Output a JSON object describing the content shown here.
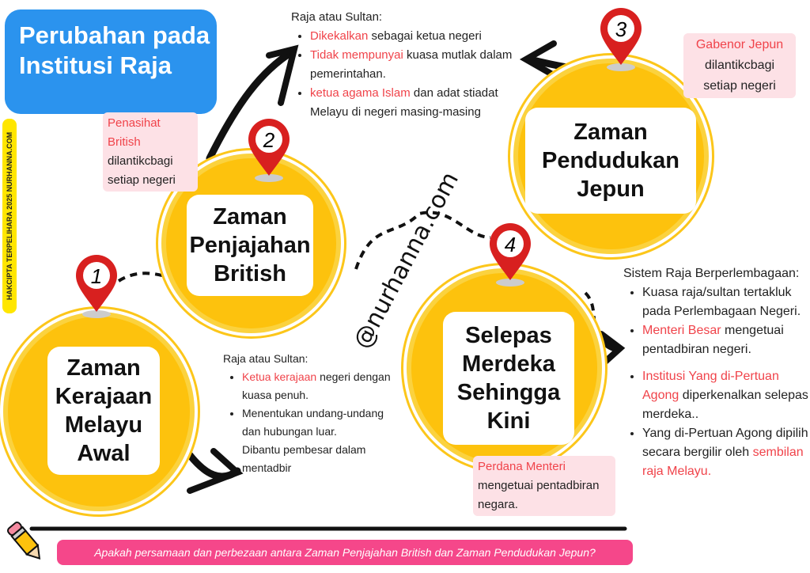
{
  "title": "Perubahan pada Institusi Raja",
  "copyright": "HAKCIPTA TERPELIHARA 2025 NURHANNA.COM",
  "watermark": "@nurhanna.com",
  "stages": [
    {
      "number": "1",
      "name": "Zaman Kerajaan Melayu Awal"
    },
    {
      "number": "2",
      "name": "Zaman Penjajahan British"
    },
    {
      "number": "3",
      "name": "Zaman Pendudukan Jepun"
    },
    {
      "number": "4",
      "name": "Selepas Merdeka Sehingga Kini"
    }
  ],
  "stage1": {
    "heading": "Raja atau Sultan:",
    "b1_red": "Ketua kerajaan",
    "b1_rest": " negeri dengan kuasa penuh.",
    "b2": "Menentukan undang-undang dan hubungan luar.",
    "extra": "Dibantu pembesar dalam mentadbir"
  },
  "stage2": {
    "pink_red": "Penasihat British",
    "pink_rest": "dilantikcbagi setiap negeri",
    "heading": "Raja atau Sultan:",
    "b1_red": "Dikekalkan",
    "b1_rest": " sebagai ketua negeri",
    "b2_red": "Tidak mempunyai",
    "b2_rest": " kuasa mutlak dalam pemerintahan.",
    "b3_red": "ketua agama Islam",
    "b3_rest": " dan adat stiadat Melayu di negeri masing-masing"
  },
  "stage3": {
    "pink_red": "Gabenor Jepun",
    "pink_rest": "dilantikcbagi setiap negeri"
  },
  "stage4": {
    "pink_red": "Perdana Menteri",
    "pink_rest": " mengetuai pentadbiran negara.",
    "heading": "Sistem Raja Berperlembagaan:",
    "b1": "Kuasa raja/sultan tertakluk pada Perlembagaan Negeri.",
    "b2_red": "Menteri Besar",
    "b2_rest": " mengetuai pentadbiran negeri.",
    "b3_red": "Institusi Yang di-Pertuan Agong",
    "b3_rest": " diperkenalkan selepas merdeka..",
    "b4_a": "Yang di-Pertuan Agong dipilih secara bergilir oleh ",
    "b4_red": "sembilan raja Melayu."
  },
  "question": "Apakah persamaan dan perbezaan antara Zaman Penjajahan British dan Zaman Pendudukan Jepun?",
  "colors": {
    "yellow": "#fdc20d",
    "blue": "#2b93ee",
    "red": "#f0434a",
    "pink": "#f5478a",
    "pin": "#d8201f"
  }
}
